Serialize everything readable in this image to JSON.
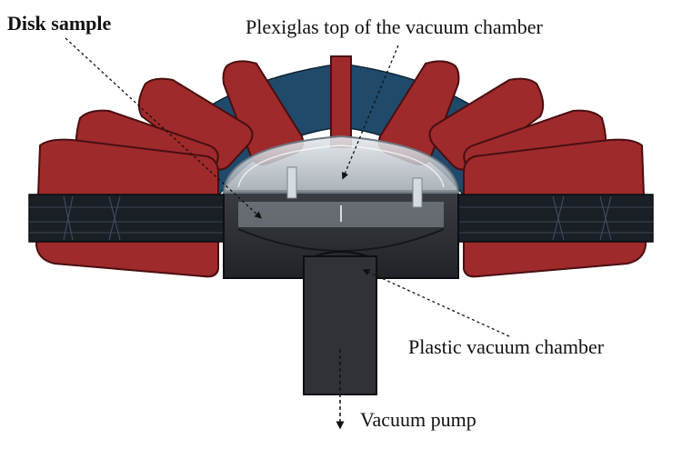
{
  "labels": {
    "disk_sample": "Disk sample",
    "plexiglas_top": "Plexiglas top of the vacuum chamber",
    "plastic_chamber": "Plastic vacuum chamber",
    "vacuum_pump": "Vacuum pump"
  },
  "colors": {
    "coil_red": "#9e2a2b",
    "coil_red_dark": "#6e1719",
    "yoke_blue": "#1f4a6b",
    "chamber_dark": "#2a2d31",
    "plexiglas": "#c9cfd4",
    "tube_black": "#1a1f26"
  }
}
